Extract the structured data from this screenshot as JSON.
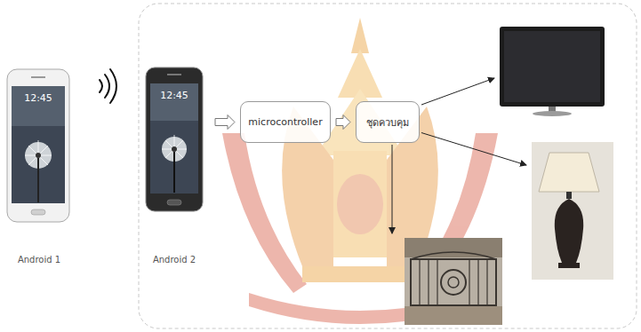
{
  "diagram": {
    "nodes": [
      {
        "text": [
          "Android 1"
        ]
      },
      {
        "text": [
          "Android 2"
        ]
      },
      {
        "text": [
          "microcontroller"
        ]
      },
      {
        "text": [
          "ชุดควบคุม"
        ]
      }
    ],
    "edges": [
      {
        "from": 1,
        "to": 2,
        "arrow": "to"
      },
      {
        "from": 2,
        "to": 3,
        "arrow": "to"
      }
    ],
    "labels": [
      "12:45",
      "12:45"
    ]
  }
}
